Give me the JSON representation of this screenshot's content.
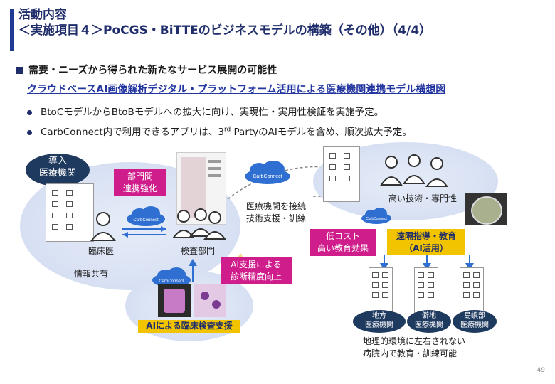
{
  "title": {
    "line1": "活動内容",
    "line2": "＜実施項目４＞PoCGS・BiTTEのビジネスモデルの構築（その他）（4/4）"
  },
  "section_heading": "需要・ニーズから得られた新たなサービス展開の可能性",
  "subheading": "クラウドベースAI画像解析デジタル・プラットフォーム活用による医療機関連携モデル構想図",
  "bullets": [
    {
      "text": "BtoCモデルからBtoBモデルへの拡大に向け、実現性・実用性検証を実施予定。"
    },
    {
      "pre": "CarbConnect内で利用できるアプリは、3",
      "sup": "rd",
      "post": " PartyのAIモデルを含め、順次拡大予定。"
    }
  ],
  "diagram": {
    "intro_oval": "導入\n医療機関",
    "collab_box": "部門間\n連携強化",
    "clinician_label": "臨床医",
    "lab_label": "検査部門",
    "info_share": "情報共有",
    "ai_support_box": "AI支援による\n診断精度向上",
    "ai_exam_box": "AIによる臨床検査支援",
    "cloud_label": "CarbConnect",
    "connect_text": "医療機関を接続\n技術支援・訓練",
    "expert_label": "高い技術・専門性",
    "low_cost_box": "低コスト\n高い教育効果",
    "remote_box": "遠隔指導・教育\n（AI活用）",
    "regional_ovals": [
      "地方\n医療機関",
      "僻地\n医療機関",
      "島嶼部\n医療機関"
    ],
    "bottom_note": "地理的環境に左右されない\n病院内で教育・訓練可能"
  },
  "page_number": "49",
  "colors": {
    "navy": "#1f2d6b",
    "pink": "#cf1e8c",
    "gold": "#f2c400",
    "blue_cloud": "#2f6fd1"
  }
}
